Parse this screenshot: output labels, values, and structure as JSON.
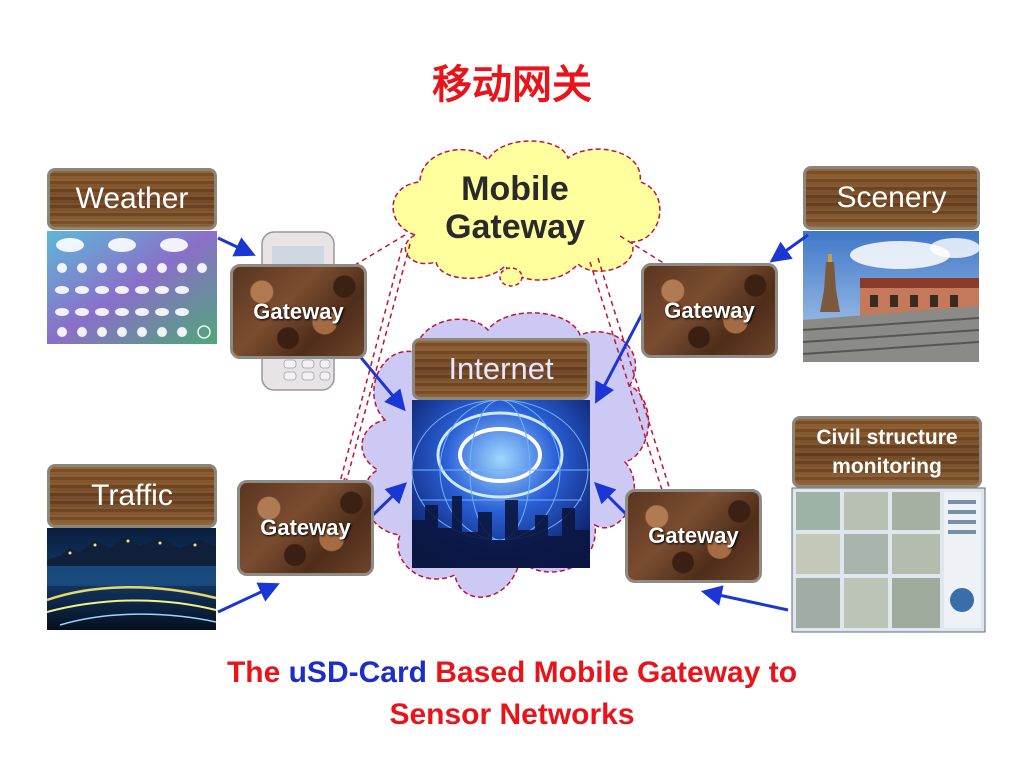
{
  "title": "移动网关",
  "mobile_gateway": {
    "line1": "Mobile",
    "line2": "Gateway"
  },
  "internet_label": "Internet",
  "labels": {
    "weather": "Weather",
    "scenery": "Scenery",
    "traffic": "Traffic",
    "civil_line1": "Civil structure",
    "civil_line2": "monitoring"
  },
  "gateway_label": "Gateway",
  "caption": {
    "part1": "The ",
    "highlight": "uSD-Card",
    "part2": " Based Mobile Gateway to",
    "line2": "Sensor Networks"
  },
  "colors": {
    "title_red": "#e8141b",
    "highlight_blue": "#1c2ec6",
    "arrow_blue": "#1c36d6",
    "dashed_red": "#c0143c",
    "cloud_yellow": "#ffff9e",
    "cloud_lavender": "#cccaf5"
  }
}
